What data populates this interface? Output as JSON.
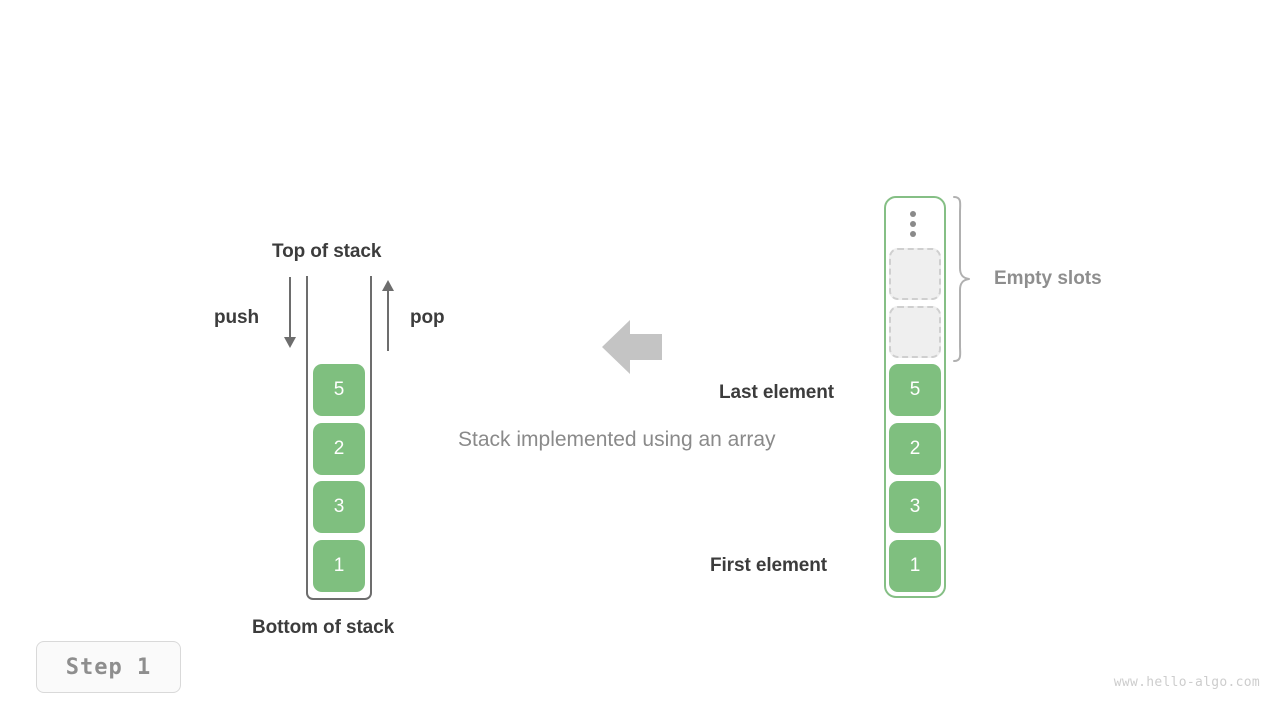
{
  "figure": {
    "caption": "Stack implemented using an array",
    "step_label": "Step  1",
    "watermark": "www.hello-algo.com",
    "colors": {
      "element_green": "#7fbf7f",
      "array_border_green": "#85bf85",
      "empty_slot_fill": "#efefef",
      "empty_slot_border": "#cfcfcf",
      "label_dark": "#3c3c3c",
      "label_gray": "#8e8e8e",
      "arrow_gray": "#6d6d6d",
      "big_arrow_gray": "#c4c4c4",
      "watermark_gray": "#cdcdcd"
    }
  },
  "stack_diagram": {
    "top_label": "Top of stack",
    "bottom_label": "Bottom of stack",
    "push_label": "push",
    "pop_label": "pop",
    "elements": [
      {
        "value": "5",
        "position": "top"
      },
      {
        "value": "2",
        "position": "middle"
      },
      {
        "value": "3",
        "position": "middle"
      },
      {
        "value": "1",
        "position": "bottom"
      }
    ]
  },
  "array_diagram": {
    "empty_slots_label": "Empty slots",
    "last_element_label": "Last element",
    "first_element_label": "First element",
    "ellipsis": "vertical-ellipsis",
    "empty_slot_count": 2,
    "elements": [
      {
        "value": "5",
        "role": "last"
      },
      {
        "value": "2",
        "role": "middle"
      },
      {
        "value": "3",
        "role": "middle"
      },
      {
        "value": "1",
        "role": "first"
      }
    ]
  }
}
